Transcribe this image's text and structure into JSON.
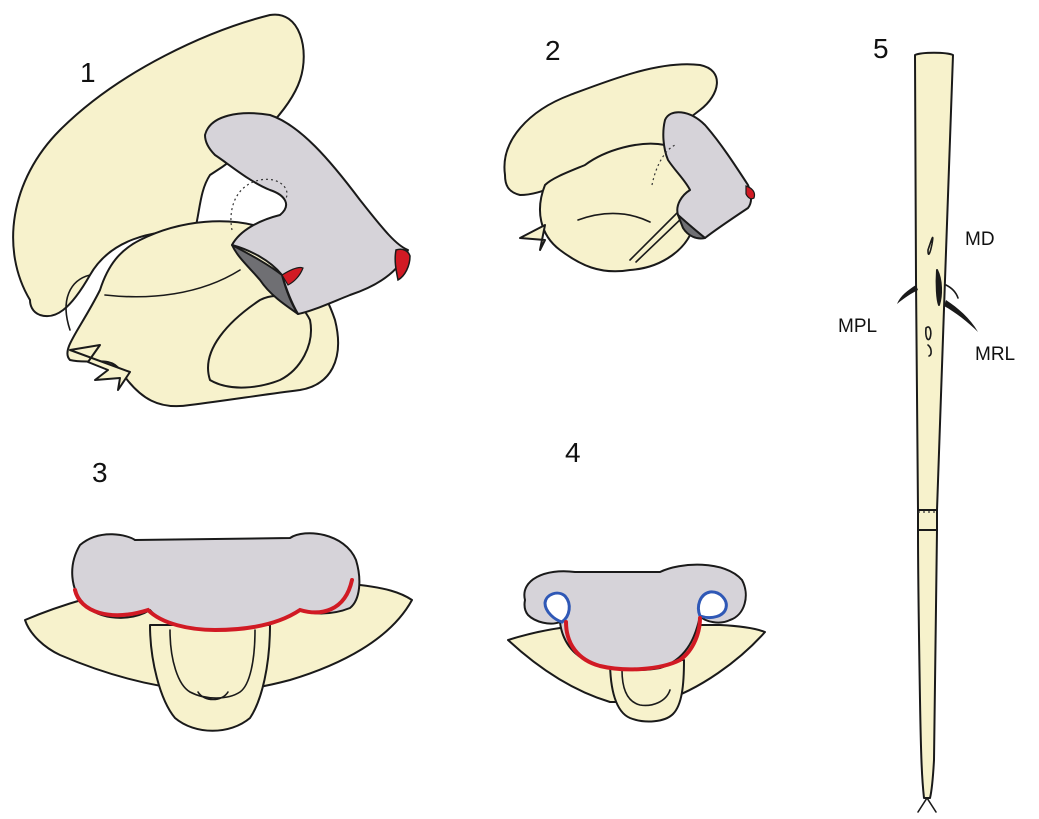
{
  "figure_numbers": [
    "1",
    "2",
    "3",
    "4",
    "5"
  ],
  "labels": {
    "md": "MD",
    "mpl": "MPL",
    "mrl": "MRL"
  },
  "colors": {
    "body_fill": "#f7f2cc",
    "plate_gray": "#d6d3d9",
    "dark_gray": "#6f6f73",
    "red_edge": "#d11a24",
    "blue_edge": "#2f58b6",
    "outline": "#1a1a1a"
  }
}
